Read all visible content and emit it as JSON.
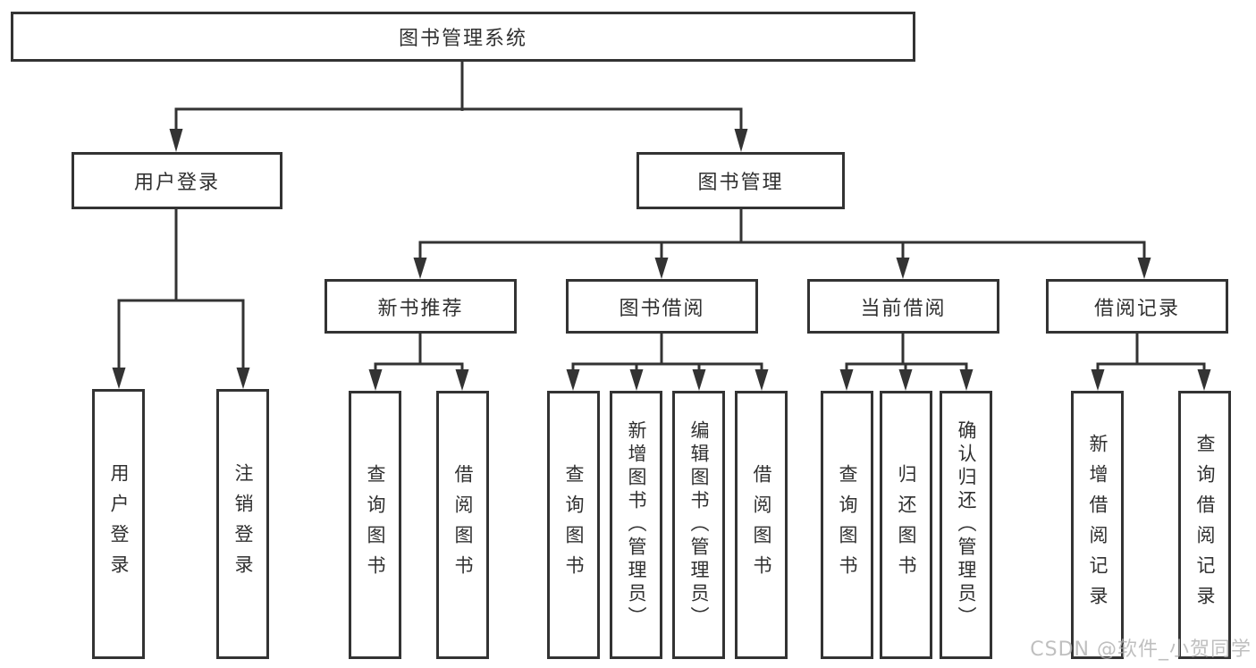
{
  "colors": {
    "line": "#333333",
    "box_border": "#333333",
    "text": "#303030",
    "background": "#ffffff",
    "watermark": "#b0b0b0"
  },
  "nodes": {
    "root": "图书管理系统",
    "user_login": "用户登录",
    "book_management": "图书管理",
    "new_book_recommend": "新书推荐",
    "book_borrow": "图书借阅",
    "current_borrow": "当前借阅",
    "borrow_record": "借阅记录",
    "ul_user_login": "用户登录",
    "ul_logout": "注销登录",
    "nb_query_book": "查询图书",
    "nb_borrow_book": "借阅图书",
    "bb_query_book": "查询图书",
    "bb_add_book": "新增图书（管理员）",
    "bb_edit_book": "编辑图书（管理员）",
    "bb_borrow_book": "借阅图书",
    "cb_query_book": "查询图书",
    "cb_return_book": "归还图书",
    "cb_confirm_return": "确认归还（管理员）",
    "br_add_record": "新增借阅记录",
    "br_query_record": "查询借阅记录"
  },
  "watermark": "CSDN @软件_小贺同学"
}
